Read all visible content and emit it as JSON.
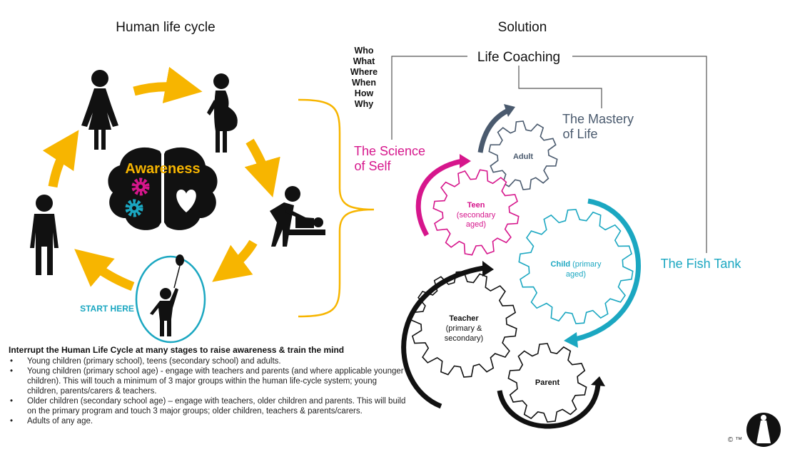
{
  "left": {
    "title": "Human life cycle",
    "brain_label": "Awareness",
    "start_label": "START HERE"
  },
  "right": {
    "title": "Solution",
    "questions": [
      "Who",
      "What",
      "Where",
      "When",
      "How",
      "Why"
    ],
    "coaching": "Life Coaching",
    "science_line1": "The Science",
    "science_line2": "of Self",
    "mastery_line1": "The Mastery",
    "mastery_line2": "of Life",
    "fishtank": "The Fish Tank",
    "gears": {
      "adult": "Adult",
      "teen": "Teen",
      "teen_sub1": "(secondary",
      "teen_sub2": "aged)",
      "child": "Child",
      "child_sub1": "(primary",
      "child_sub2": "aged)",
      "teacher": "Teacher",
      "teacher_sub1": "(primary &",
      "teacher_sub2": "secondary)",
      "parent": "Parent"
    },
    "copyright": "© ™"
  },
  "colors": {
    "yellow": "#f7b500",
    "magenta": "#d6168c",
    "cyan": "#1ba7c1",
    "slate": "#4a5a6e",
    "black": "#111111"
  },
  "notes": {
    "title": "Interrupt the Human Life Cycle at many stages to raise awareness & train the mind",
    "items": [
      "Young children (primary school), teens (secondary school) and adults.",
      "Young children (primary school age) - engage with teachers and parents (and where applicable younger children). This will touch a minimum of 3 major groups within the human life-cycle system; young children, parents/carers & teachers.",
      "Older children (secondary school age) – engage with teachers, older children and parents. This will build on the primary program and touch 3 major groups; older children, teachers & parents/carers.",
      "Adults of any age."
    ]
  }
}
